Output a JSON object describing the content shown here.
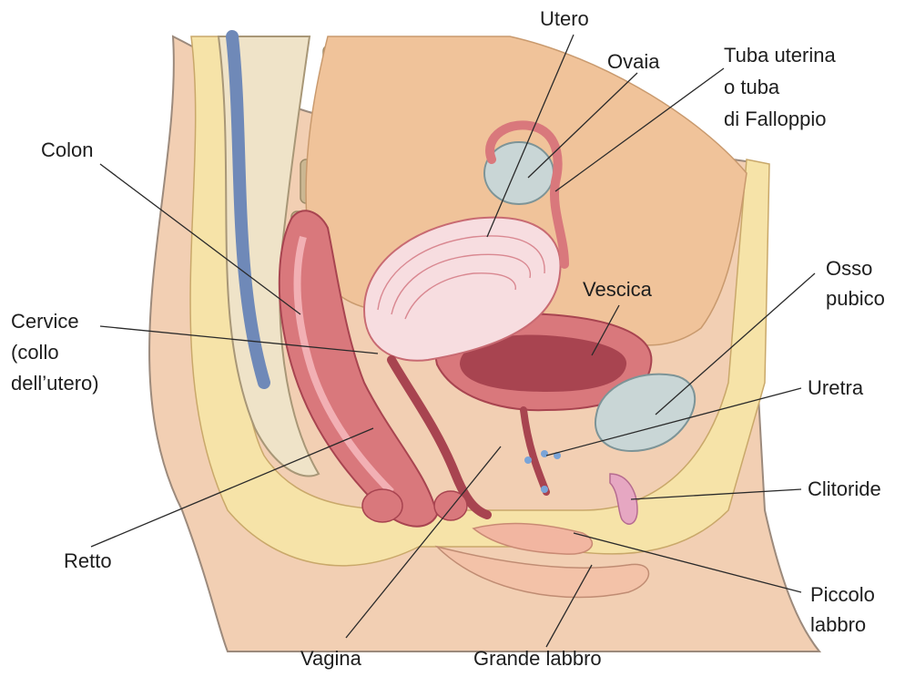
{
  "labels": {
    "utero": "Utero",
    "ovaia": "Ovaia",
    "tuba": [
      "Tuba uterina",
      "o tuba",
      "di Falloppio"
    ],
    "colon": "Colon",
    "osso_pubico": [
      "Osso",
      "pubico"
    ],
    "vescica": "Vescica",
    "cervice": [
      "Cervice",
      "(collo",
      "dell’utero)"
    ],
    "uretra": "Uretra",
    "clitoride": "Clitoride",
    "retto": "Retto",
    "piccolo_labbro": [
      "Piccolo",
      "labbro"
    ],
    "vagina": "Vagina",
    "grande_labbro": "Grande labbro"
  },
  "colors": {
    "skin": "#f2cfb3",
    "skin_outline": "#9c8a7c",
    "fat": "#f6e3a8",
    "peritoneal_cavity": "#f0c39a",
    "muscle_pink": "#d9787c",
    "muscle_dark": "#a84450",
    "mucosa_light": "#f7dde0",
    "bone": "#efe3c8",
    "bone_marrow": "#cbb792",
    "nerve_blue": "#6f89b8",
    "cartilage_grey": "#c9d6d6",
    "text": "#1e1e1e"
  }
}
